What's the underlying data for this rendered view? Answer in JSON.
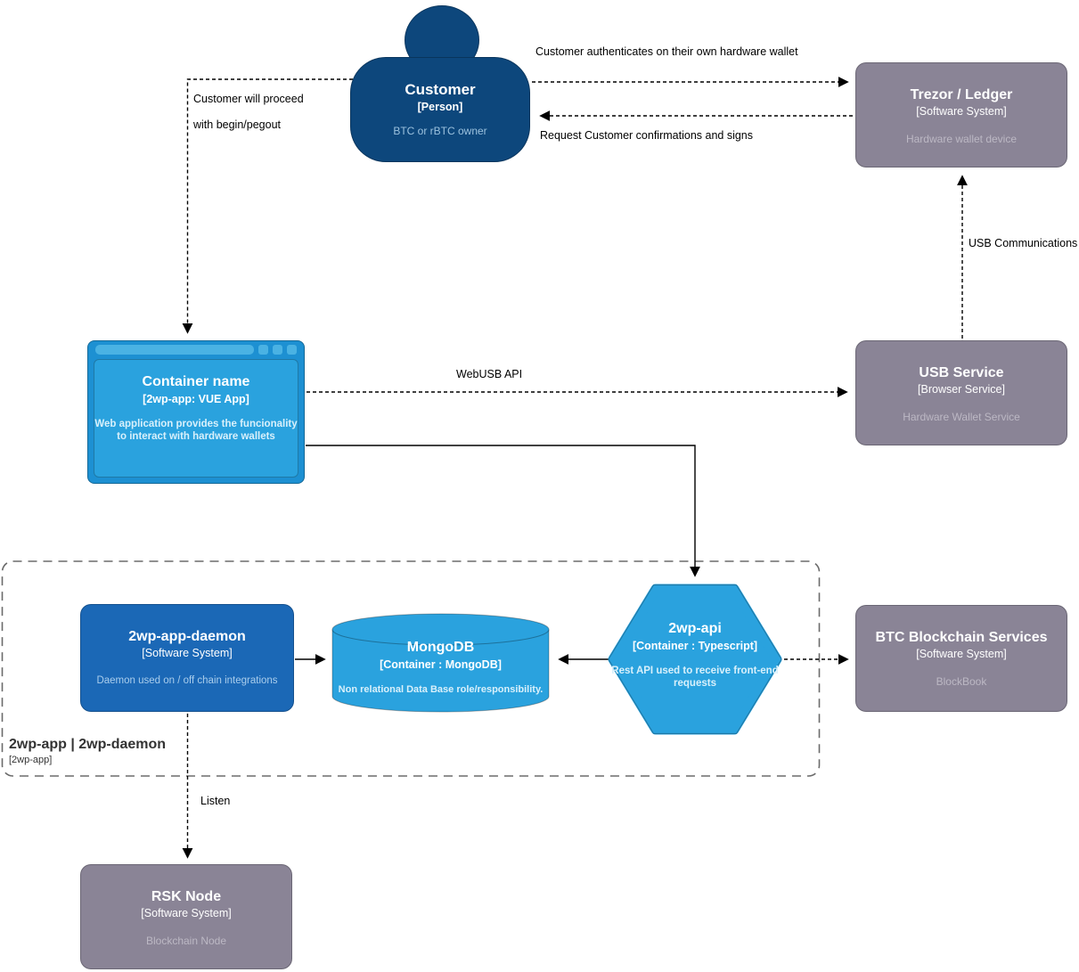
{
  "diagram": {
    "title_hint": "2wp-app architecture diagram",
    "colors": {
      "bg": "#ffffff",
      "person_fill": "#0d477c",
      "person_desc": "#9cc2de",
      "gray_fill": "#8a8496",
      "gray_desc": "#bcb8c4",
      "lightblue_fill": "#2aa2de",
      "lightblue_desc": "#d8f0fb",
      "frame_fill": "#1d90d2",
      "frame_bar": "#4ab2e3",
      "daemon_fill": "#1b68b6",
      "daemon_desc": "#a9cdec",
      "edge_color": "#000000",
      "boundary_color": "#6b6b6b",
      "label_color": "#000000"
    },
    "nodes": {
      "customer": {
        "title": "Customer",
        "subtitle": "[Person]",
        "description": "BTC or rBTC owner",
        "shape": "person"
      },
      "trezor": {
        "title": "Trezor / Ledger",
        "subtitle": "[Software System]",
        "description": "Hardware wallet device",
        "shape": "box"
      },
      "container_name": {
        "title": "Container name",
        "subtitle": "[2wp-app: VUE App]",
        "description": "Web application provides the funcionality to interact with hardware wallets",
        "shape": "browser-window"
      },
      "usb_service": {
        "title": "USB Service",
        "subtitle": "[Browser Service]",
        "description": "Hardware Wallet Service",
        "shape": "box"
      },
      "daemon": {
        "title": "2wp-app-daemon",
        "subtitle": "[Software System]",
        "description": "Daemon used on / off chain integrations",
        "shape": "box"
      },
      "mongodb": {
        "title": "MongoDB",
        "subtitle": "[Container : MongoDB]",
        "description": "Non relational Data Base role/responsibility.",
        "shape": "cylinder"
      },
      "api": {
        "title": "2wp-api",
        "subtitle": "[Container : Typescript]",
        "description": "Rest API used to receive front-end requests",
        "shape": "hexagon"
      },
      "btc": {
        "title": "BTC Blockchain Services",
        "subtitle": "[Software System]",
        "description": "BlockBook",
        "shape": "box"
      },
      "rsk": {
        "title": "RSK Node",
        "subtitle": "[Software System]",
        "description": "Blockchain Node",
        "shape": "box"
      }
    },
    "boundary": {
      "title": "2wp-app | 2wp-daemon",
      "subtitle": "[2wp-app]"
    },
    "edges": [
      {
        "from": "customer",
        "to": "trezor",
        "label": "Customer authenticates on their own hardware wallet",
        "style": "dashed"
      },
      {
        "from": "trezor",
        "to": "customer",
        "label": "Request Customer confirmations and signs",
        "style": "dashed"
      },
      {
        "from": "customer",
        "to": "container_name",
        "label_lines": [
          "Customer will proceed",
          "with begin/pegout"
        ],
        "style": "dashed"
      },
      {
        "from": "container_name",
        "to": "usb_service",
        "label": "WebUSB API",
        "style": "dashed"
      },
      {
        "from": "usb_service",
        "to": "trezor",
        "label": "USB Communications",
        "style": "dashed"
      },
      {
        "from": "container_name",
        "to": "api",
        "label": "",
        "style": "solid"
      },
      {
        "from": "daemon",
        "to": "mongodb",
        "label": "",
        "style": "solid"
      },
      {
        "from": "api",
        "to": "mongodb",
        "label": "",
        "style": "solid"
      },
      {
        "from": "api",
        "to": "btc",
        "label": "",
        "style": "dashed"
      },
      {
        "from": "daemon",
        "to": "rsk",
        "label": "Listen",
        "style": "dashed"
      }
    ]
  }
}
